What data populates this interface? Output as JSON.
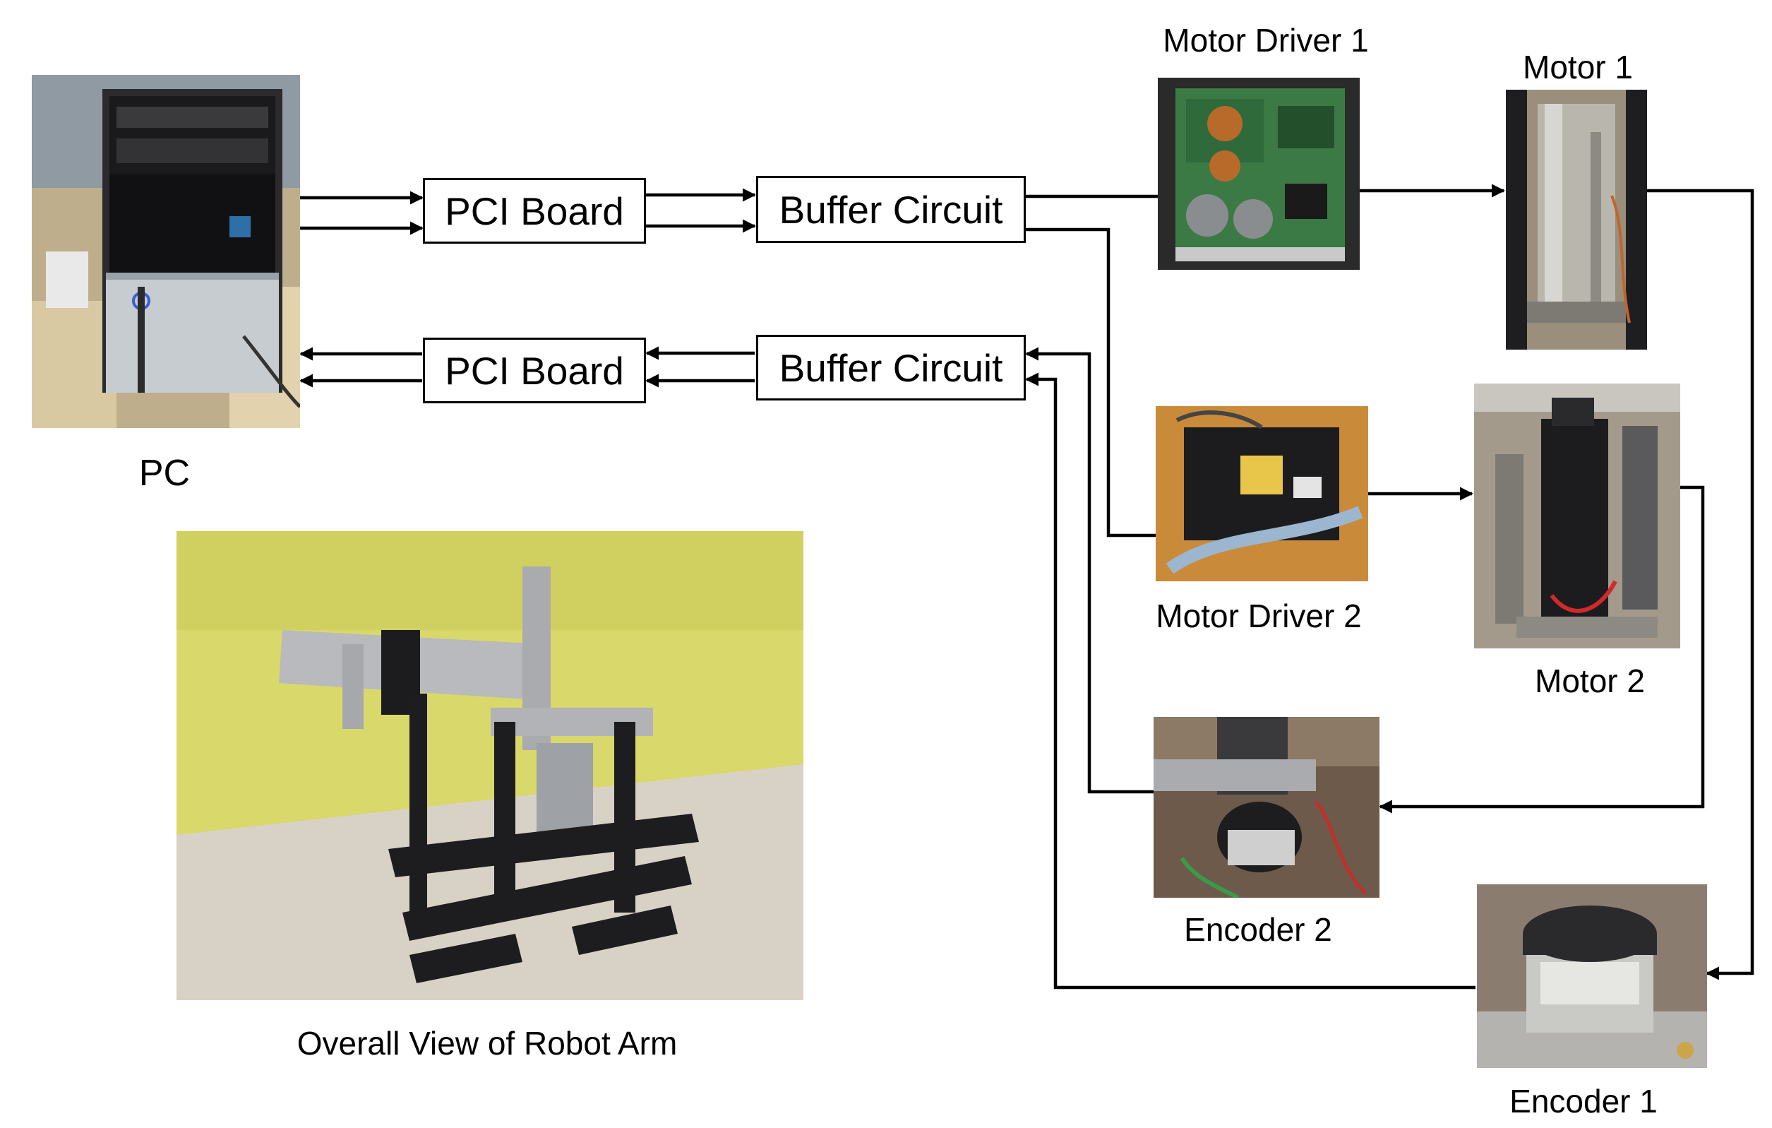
{
  "labels": {
    "pc": "PC",
    "robot_arm": "Overall View of Robot Arm",
    "motor_driver_1": "Motor Driver 1",
    "motor_driver_2": "Motor Driver 2",
    "motor_1": "Motor 1",
    "motor_2": "Motor 2",
    "encoder_1": "Encoder 1",
    "encoder_2": "Encoder 2"
  },
  "boxes": {
    "pci_board_top": "PCI Board",
    "pci_board_bottom": "PCI Board",
    "buffer_circuit_top": "Buffer Circuit",
    "buffer_circuit_bottom": "Buffer Circuit"
  },
  "colors": {
    "line": "#000000",
    "box_border": "#000000",
    "background": "#ffffff",
    "robot_wall": "#d9d86a",
    "robot_floor": "#d8d2c6"
  }
}
